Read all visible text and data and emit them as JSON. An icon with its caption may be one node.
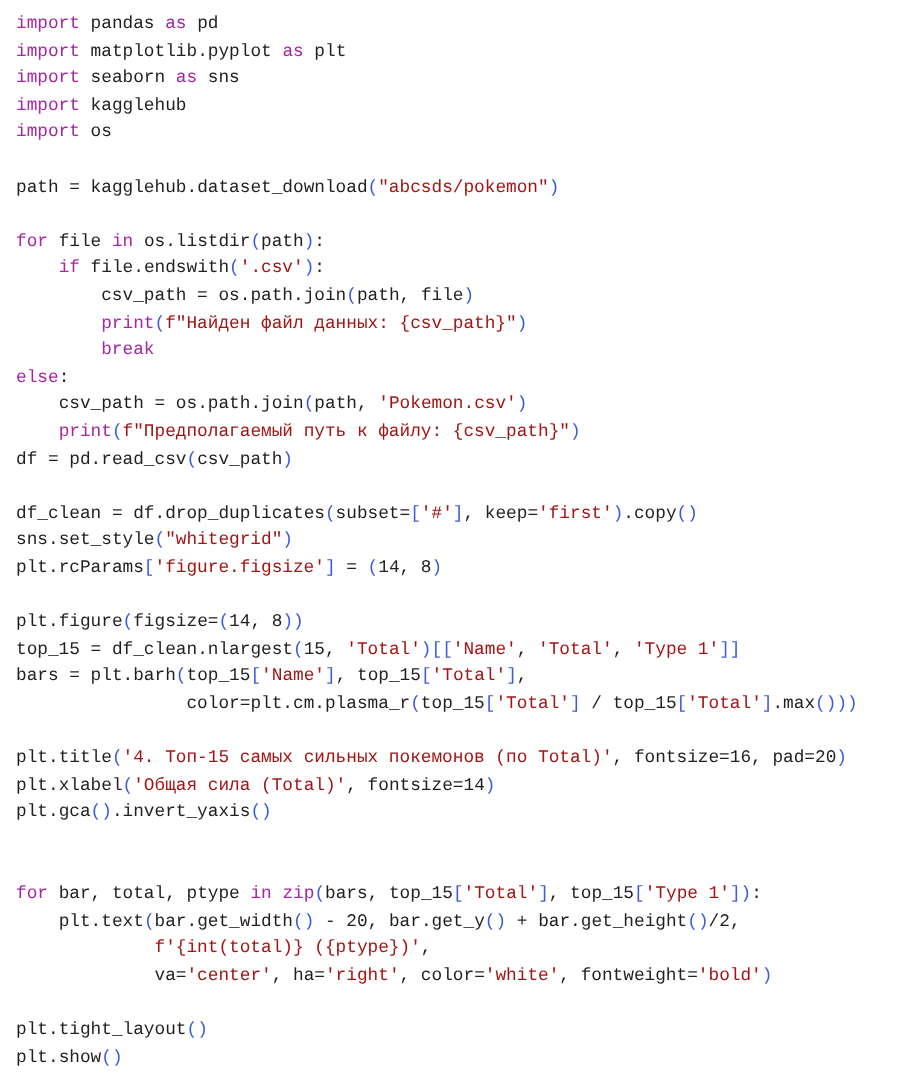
{
  "diagram": {
    "labels": [
      "import pandas as pd",
      "import matplotlib.pyplot as plt",
      "import seaborn as sns",
      "import kagglehub",
      "import os",
      "path = kagglehub.dataset_download(\"abcsds/pokemon\")",
      "for file in os.listdir(path):",
      "    if file.endswith('.csv'):",
      "        csv_path = os.path.join(path, file)",
      "        print(f\"Найден файл данных: {csv_path}\")",
      "        break",
      "else:",
      "    csv_path = os.path.join(path, 'Pokemon.csv')",
      "    print(f\"Предполагаемый путь к файлу: {csv_path}\")",
      "df = pd.read_csv(csv_path)",
      "df_clean = df.drop_duplicates(subset=['#'], keep='first').copy()",
      "sns.set_style(\"whitegrid\")",
      "plt.rcParams['figure.figsize'] = (14, 8)",
      "plt.figure(figsize=(14, 8))",
      "top_15 = df_clean.nlargest(15, 'Total')[['Name', 'Total', 'Type 1']]",
      "bars = plt.barh(top_15['Name'], top_15['Total'],",
      "                color=plt.cm.plasma_r(top_15['Total'] / top_15['Total'].max()))",
      "plt.title('4. Топ-15 самых сильных покемонов (по Total)', fontsize=16, pad=20)",
      "plt.xlabel('Общая сила (Total)', fontsize=14)",
      "plt.gca().invert_yaxis()",
      "for bar, total, ptype in zip(bars, top_15['Total'], top_15['Type 1']):",
      "    plt.text(bar.get_width() - 20, bar.get_y() + bar.get_height()/2,",
      "             f'{int(total)} ({ptype})',",
      "             va='center', ha='right', color='white', fontweight='bold')",
      "plt.tight_layout()",
      "plt.show()"
    ]
  }
}
